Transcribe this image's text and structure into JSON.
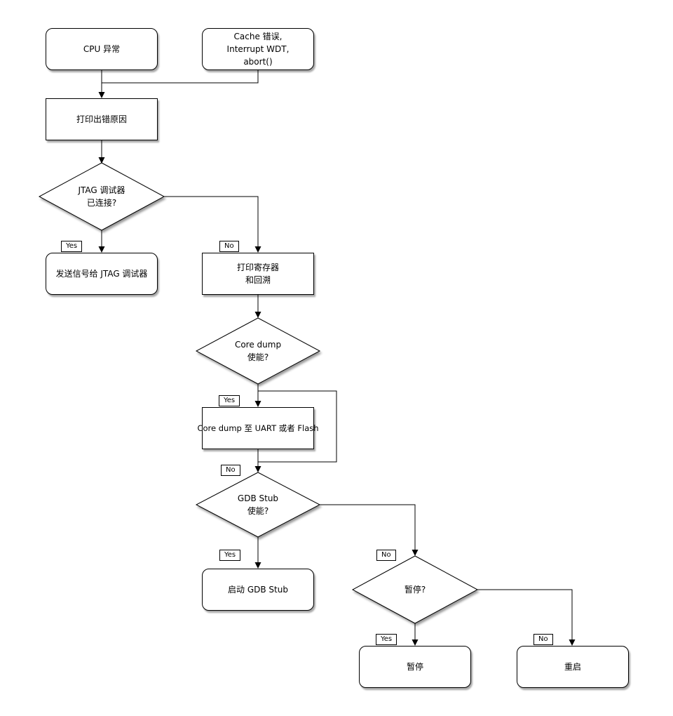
{
  "diagram": {
    "type": "flowchart",
    "colors": {
      "background": "#ffffff",
      "node_fill": "#ffffff",
      "stroke": "#000000",
      "shadow": "#999999"
    },
    "nodes": {
      "cpu_exception": {
        "label": "CPU 异常"
      },
      "cache_error": {
        "lines": [
          "Cache 错误,",
          "Interrupt WDT,",
          "abort()"
        ]
      },
      "print_error_reason": {
        "label": "打印出错原因"
      },
      "jtag_connected": {
        "lines": [
          "JTAG 调试器",
          "已连接?"
        ]
      },
      "send_signal_jtag": {
        "label": "发送信号给 JTAG 调试器"
      },
      "print_registers_backtrace": {
        "lines": [
          "打印寄存器",
          "和回溯"
        ]
      },
      "core_dump_enabled": {
        "lines": [
          "Core dump",
          "使能?"
        ]
      },
      "core_dump_to_uart_flash": {
        "label": "Core dump 至 UART 或者 Flash"
      },
      "gdb_stub_enabled": {
        "lines": [
          "GDB Stub",
          "使能?"
        ]
      },
      "start_gdb_stub": {
        "label": "启动 GDB Stub"
      },
      "halt_decision": {
        "label": "暂停?"
      },
      "halt": {
        "label": "暂停"
      },
      "reboot": {
        "label": "重启"
      }
    },
    "edge_labels": {
      "yes": "Yes",
      "no": "No"
    }
  }
}
